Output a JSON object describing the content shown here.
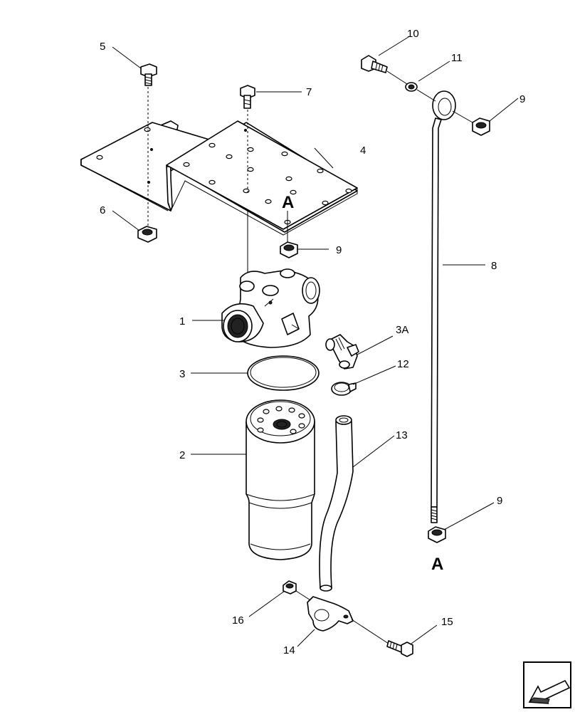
{
  "callouts": {
    "c1": "1",
    "c2": "2",
    "c3": "3",
    "c3a": "3A",
    "c4": "4",
    "c5": "5",
    "c6": "6",
    "c7": "7",
    "c8": "8",
    "c9_top": "9",
    "c9_mid": "9",
    "c9_rod": "9",
    "c10": "10",
    "c11": "11",
    "c12": "12",
    "c13": "13",
    "c14": "14",
    "c15": "15",
    "c16": "16"
  },
  "reference_marks": {
    "a_top": "A",
    "a_bottom": "A"
  },
  "icons": {
    "nav": "navigation-arrow-icon"
  }
}
